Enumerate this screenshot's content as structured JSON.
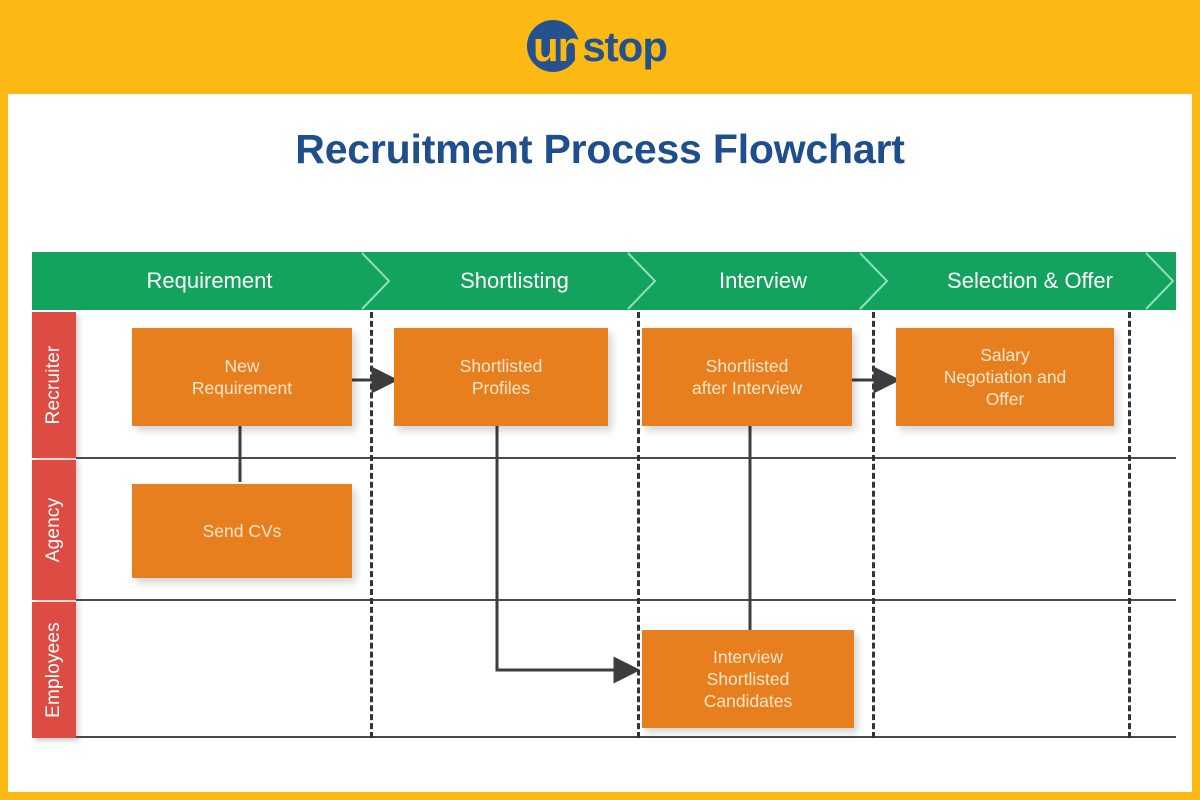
{
  "brand": {
    "logo_prefix": "un",
    "logo_suffix": "stop",
    "logo_full": "unstop",
    "band_color": "#FCB813",
    "logo_circle_color": "#25518C",
    "logo_text_color": "#25518C"
  },
  "page": {
    "title": "Recruitment Process Flowchart",
    "title_color": "#1F4E8C",
    "background": "#FFFFFF"
  },
  "flowchart": {
    "type": "swimlane-flowchart",
    "phase_band": {
      "color": "#14A35E",
      "text_color": "#FFFFFF",
      "phases": [
        {
          "label": "Requirement"
        },
        {
          "label": "Shortlisting"
        },
        {
          "label": "Interview"
        },
        {
          "label": "Selection & Offer"
        }
      ]
    },
    "lanes": {
      "color": "#DD4B43",
      "text_color": "#FFFFFF",
      "items": [
        {
          "label": "Recruiter"
        },
        {
          "label": "Agency"
        },
        {
          "label": "Employees"
        }
      ]
    },
    "node_color": "#E87F1E",
    "node_text_color": "#FDE7CC",
    "nodes": [
      {
        "id": "new-requirement",
        "lane": "Recruiter",
        "phase": "Requirement",
        "lines": [
          "New",
          "Requirement"
        ]
      },
      {
        "id": "shortlisted-profiles",
        "lane": "Recruiter",
        "phase": "Shortlisting",
        "lines": [
          "Shortlisted",
          "Profiles"
        ]
      },
      {
        "id": "shortlisted-after-interview",
        "lane": "Recruiter",
        "phase": "Interview",
        "lines": [
          "Shortlisted",
          "after Interview"
        ]
      },
      {
        "id": "salary-negotiation-and-offer",
        "lane": "Recruiter",
        "phase": "Selection & Offer",
        "lines": [
          "Salary",
          "Negotiation and",
          "Offer"
        ]
      },
      {
        "id": "send-cvs",
        "lane": "Agency",
        "phase": "Requirement",
        "lines": [
          "Send CVs"
        ]
      },
      {
        "id": "interview-shortlisted-candidates",
        "lane": "Employees",
        "phase": "Interview",
        "lines": [
          "Interview",
          "Shortlisted",
          "Candidates"
        ]
      }
    ],
    "connectors": [
      {
        "from": "send-cvs",
        "to": "new-requirement",
        "direction": "up"
      },
      {
        "from": "new-requirement",
        "to": "shortlisted-profiles",
        "direction": "right"
      },
      {
        "from": "shortlisted-profiles",
        "to": "interview-shortlisted-candidates",
        "direction": "down-right"
      },
      {
        "from": "interview-shortlisted-candidates",
        "to": "shortlisted-after-interview",
        "direction": "up"
      },
      {
        "from": "shortlisted-after-interview",
        "to": "salary-negotiation-and-offer",
        "direction": "right"
      }
    ],
    "connector_color": "#3D3D3D",
    "gridline_color": "#4A4A4A",
    "divider_style": "dashed"
  }
}
